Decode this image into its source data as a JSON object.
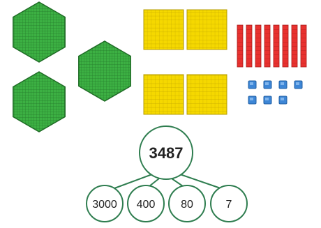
{
  "base_ten_blocks": {
    "thousands": 3,
    "hundreds": 4,
    "tens": 8,
    "ones": 7
  },
  "part_whole": {
    "whole": "3487",
    "parts": [
      "3000",
      "400",
      "80",
      "7"
    ]
  },
  "colors": {
    "thousand_block": "#3cb043",
    "hundred_flat": "#f5d800",
    "ten_rod": "#e8312f",
    "one_cube": "#3d86d6",
    "circle_stroke": "#2e7d4f"
  }
}
